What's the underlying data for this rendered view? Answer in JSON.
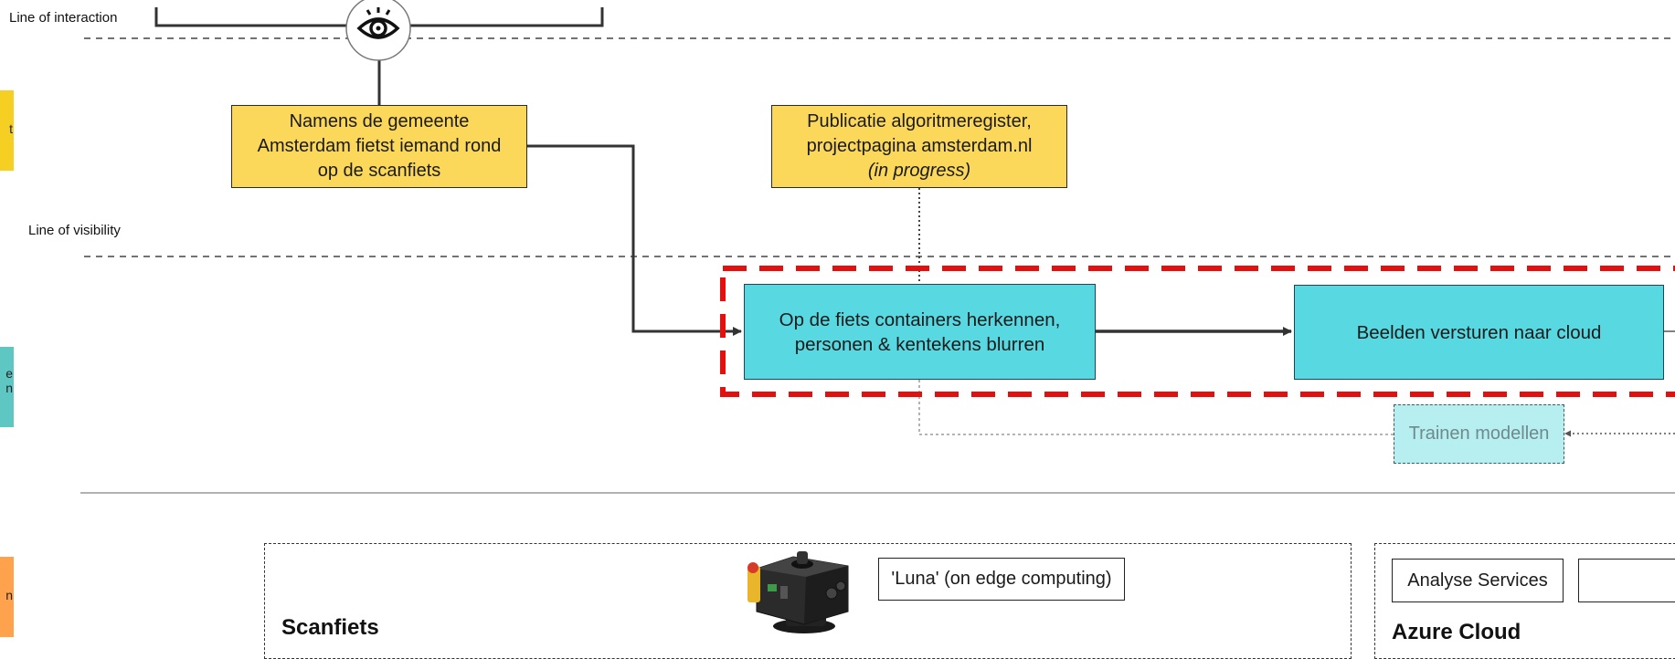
{
  "lines": {
    "interaction": "Line of interaction",
    "visibility": "Line of visibility"
  },
  "side_tabs": [
    {
      "fragment": "t",
      "color": "#f5cf22"
    },
    {
      "fragment": "e\nn",
      "color": "#5ec7c2"
    },
    {
      "fragment": "n",
      "color": "#ffa24d"
    }
  ],
  "boxes": {
    "frontstage": {
      "line1": "Namens de gemeente",
      "line2": "Amsterdam fietst iemand rond",
      "line3": "op de scanfiets"
    },
    "publication": {
      "line1": "Publicatie algoritmeregister,",
      "line2": "projectpagina amsterdam.nl",
      "line3": "(in progress)"
    },
    "process_edge": {
      "line1": "Op de fiets containers herkennen,",
      "line2": "personen & kentekens blurren"
    },
    "process_cloud": "Beelden versturen naar cloud",
    "training": "Trainen modellen"
  },
  "systems": {
    "scanfiets": {
      "title": "Scanfiets",
      "device_label": "'Luna' (on edge computing)"
    },
    "azure": {
      "title": "Azure Cloud",
      "services_label": "Analyse Services"
    }
  },
  "icons": {
    "interaction": "eye-icon",
    "device": "camera-device-icon"
  },
  "colors": {
    "highlight": "#e31010",
    "yellow": "#fbd85a",
    "cyan": "#58d9e2"
  }
}
